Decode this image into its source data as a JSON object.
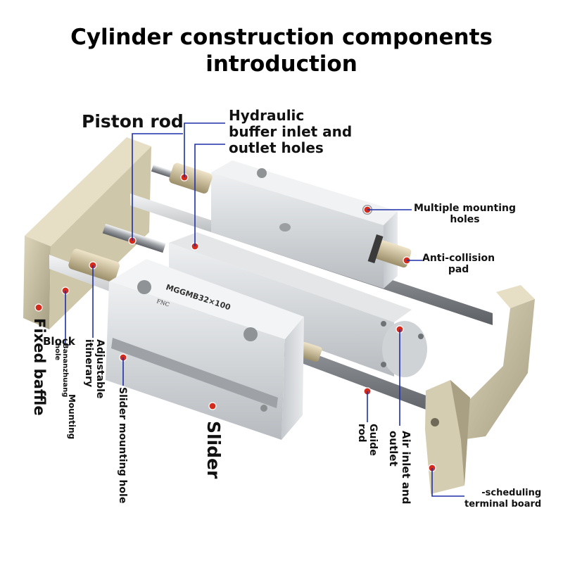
{
  "title": {
    "line1": "Cylinder construction components",
    "line2": "introduction"
  },
  "product_marking": {
    "model": "MGGMB32×100",
    "brand": "FNC"
  },
  "callouts": {
    "piston_rod": "Piston rod",
    "hydraulic_buffer_1": "Hydraulic",
    "hydraulic_buffer_2": "buffer inlet and",
    "hydraulic_buffer_3": "outlet holes",
    "multiple_mounting_1": "Multiple mounting",
    "multiple_mounting_2": "holes",
    "anti_collision_1": "Anti-collision",
    "anti_collision_2": "pad",
    "scheduling_1": "-scheduling",
    "scheduling_2": "terminal board",
    "fixed_baffle": "Fixed baffle",
    "block": "Block",
    "banzhuang_1": "Mounting",
    "banzhuang_2": "Bananzhuang",
    "banzhuang_3": "hole",
    "adjustable_1": "Adjustable",
    "adjustable_2": "itinerary",
    "slider_mounting_hole": "Slider mounting hole",
    "slider": "Slider",
    "guide_rod_1": "Guide",
    "guide_rod_2": "rod",
    "air_inlet_1": "Air inlet and",
    "air_inlet_2": "outlet"
  },
  "colors": {
    "marker": "#d42a1c",
    "leader": "#1d2fa8",
    "aluminum": "#d6d9dc",
    "baffle": "#c9c1a4"
  }
}
